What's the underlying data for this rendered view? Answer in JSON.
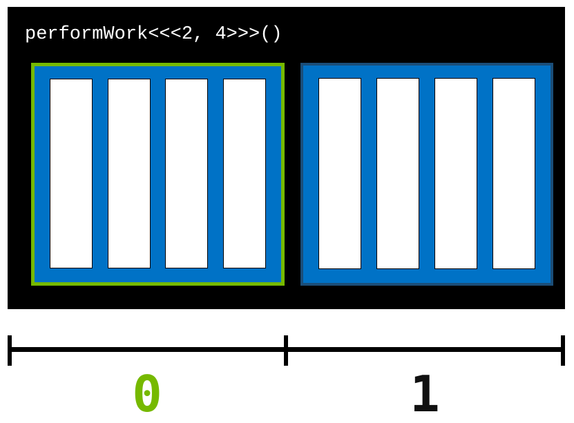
{
  "kernel": {
    "call": "performWork<<<2, 4>>>()"
  },
  "grid": {
    "num_blocks": 2,
    "threads_per_block": 4,
    "blocks": [
      {
        "index": "0",
        "highlighted": true,
        "threads": 4
      },
      {
        "index": "1",
        "highlighted": false,
        "threads": 4
      }
    ]
  },
  "axis": {
    "labels": [
      {
        "text": "0",
        "color": "#76b900"
      },
      {
        "text": "1",
        "color": "#111111"
      }
    ]
  },
  "colors": {
    "panel_background": "#000000",
    "code_text": "#ffffff",
    "block_fill": "#0072c6",
    "block_border_dark": "#1b4e79",
    "highlight_green": "#76b900",
    "thread_fill": "#ffffff",
    "thread_border": "#000000",
    "axis_line": "#000000"
  }
}
